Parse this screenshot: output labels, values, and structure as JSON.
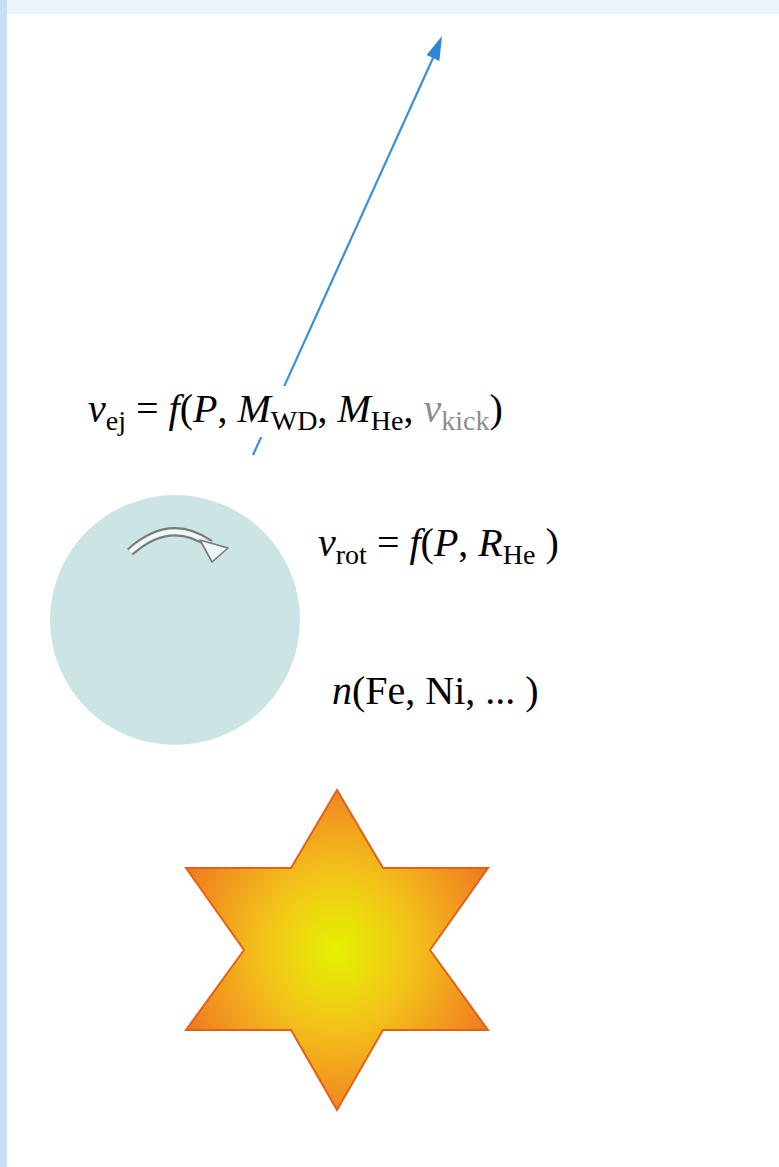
{
  "diagram": {
    "labels": [
      "vej = f(P, MWD, MHe, vkick)",
      "vrot = f(P, RHe )",
      "n(Fe, Ni, ... )"
    ]
  }
}
